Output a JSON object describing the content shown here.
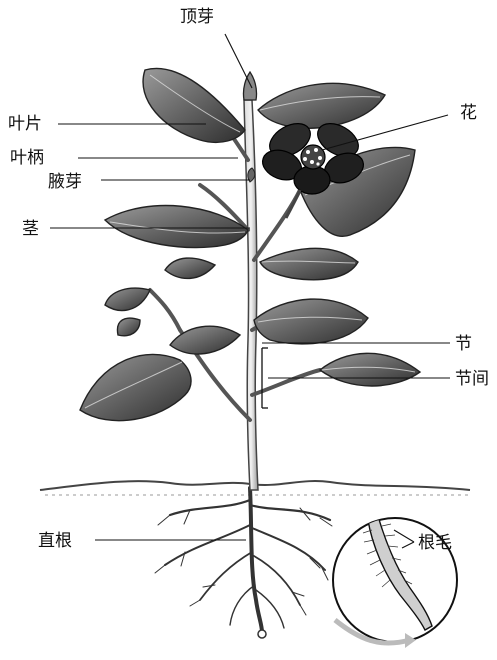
{
  "labels": {
    "apical_bud": "顶芽",
    "leaf_blade": "叶片",
    "petiole": "叶柄",
    "axillary_bud": "腋芽",
    "stem": "茎",
    "flower": "花",
    "node": "节",
    "internode": "节间",
    "taproot": "直根",
    "root_hair": "根毛"
  },
  "colors": {
    "ink": "#111111",
    "leaf_fill": "#7a7a7a",
    "leaf_dark": "#3c3c3c",
    "flower_fill": "#222222",
    "soil": "#555555",
    "background": "#ffffff"
  }
}
